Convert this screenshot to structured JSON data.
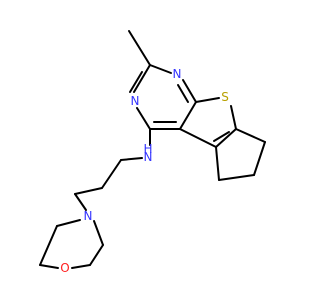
{
  "colors": {
    "bond": "#000000",
    "nitrogen": "#3333ff",
    "sulfur": "#b8a000",
    "oxygen": "#ff2020",
    "background": "#ffffff"
  },
  "atoms": {
    "s1": {
      "symbol": "S",
      "color": "sulfur"
    },
    "n1": {
      "symbol": "N",
      "color": "nitrogen"
    },
    "n2": {
      "symbol": "N",
      "color": "nitrogen"
    },
    "nh": {
      "symbol": "N",
      "hydrogen": "H",
      "color": "nitrogen"
    },
    "nm": {
      "symbol": "N",
      "color": "nitrogen"
    },
    "om": {
      "symbol": "O",
      "color": "oxygen"
    }
  }
}
